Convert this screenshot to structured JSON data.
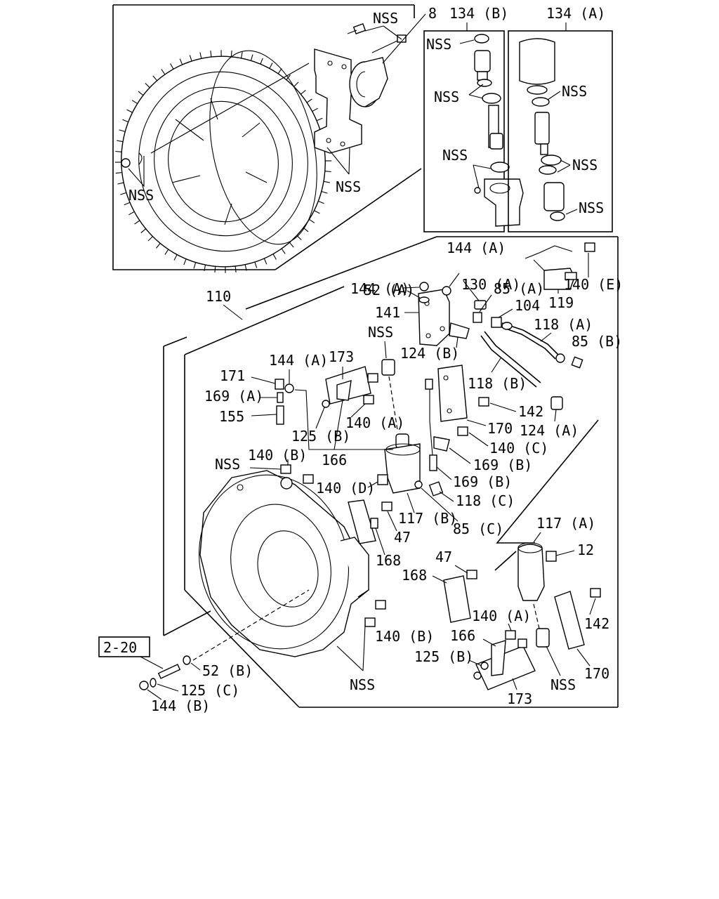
{
  "ref_box": "2-20",
  "labels": {
    "p8": "8",
    "p134b": "134 (B)",
    "p134a": "134 (A)",
    "nss_top": "NSS",
    "nss_ring_left": "NSS",
    "nss_yoke": "NSS",
    "nss_b1": "NSS",
    "nss_b2": "NSS",
    "nss_b3": "NSS",
    "nss_a1": "NSS",
    "nss_a2": "NSS",
    "nss_a3": "NSS",
    "p110": "110",
    "p144a_1": "144 (A)",
    "p144a_2": "144 (A)",
    "p130a": "130 (A)",
    "p52a": "52 (A)",
    "p85a": "85 (A)",
    "p140e": "140 (E)",
    "p119": "119",
    "p141": "141",
    "p104": "104",
    "p118a": "118 (A)",
    "p85b": "85 (B)",
    "nss_mid": "NSS",
    "p124b": "124 (B)",
    "p173_top": "173",
    "p144a_3": "144 (A)",
    "p171": "171",
    "p118b": "118 (B)",
    "p169a": "169 (A)",
    "p142_1": "142",
    "p155": "155",
    "p140a_1": "140 (A)",
    "p170_1": "170",
    "p125b_1": "125 (B)",
    "p124a": "124 (A)",
    "p140c": "140 (C)",
    "p166_1": "166",
    "p169b_1": "169 (B)",
    "nss_140b": "NSS",
    "p140b_1": "140 (B)",
    "p169b_2": "169 (B)",
    "p140d": "140 (D)",
    "p118c": "118 (C)",
    "p117b": "117 (B)",
    "p117a": "117 (A)",
    "p47_1": "47",
    "p85c": "85 (C)",
    "p12": "12",
    "p168_1": "168",
    "p47_2": "47",
    "p168_2": "168",
    "p142_2": "142",
    "p140a_2": "140 (A)",
    "p140b_2": "140 (B)",
    "p166_2": "166",
    "p52b": "52 (B)",
    "p125b_2": "125 (B)",
    "p170_2": "170",
    "p125c": "125 (C)",
    "nss_housing": "NSS",
    "nss_bot": "NSS",
    "p173_bot": "173",
    "p144b": "144 (B)"
  }
}
